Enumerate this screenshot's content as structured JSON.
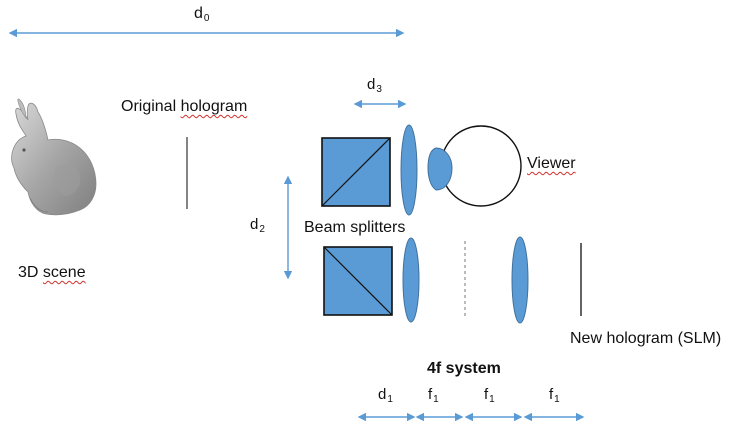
{
  "labels": {
    "original_hologram_a": "Original ",
    "original_hologram_b": "hologram",
    "scene_a": "3D ",
    "scene_b": "scene",
    "beam_splitters": "Beam splitters",
    "viewer": "Viewer",
    "new_hologram": "New hologram (SLM)",
    "fourf_system": "4f system"
  },
  "distances": {
    "d0": {
      "base": "d",
      "sub": "0"
    },
    "d1": {
      "base": "d",
      "sub": "1"
    },
    "d2": {
      "base": "d",
      "sub": "2"
    },
    "d3": {
      "base": "d",
      "sub": "3"
    },
    "f1_a": {
      "base": "f",
      "sub": "1"
    },
    "f1_b": {
      "base": "f",
      "sub": "1"
    },
    "f1_c": {
      "base": "f",
      "sub": "1"
    }
  },
  "colors": {
    "arrow": "#5b9bd5",
    "optic_fill": "#5b9bd5",
    "optic_stroke": "#41719c"
  },
  "icons": {
    "object": "bunny-icon"
  }
}
